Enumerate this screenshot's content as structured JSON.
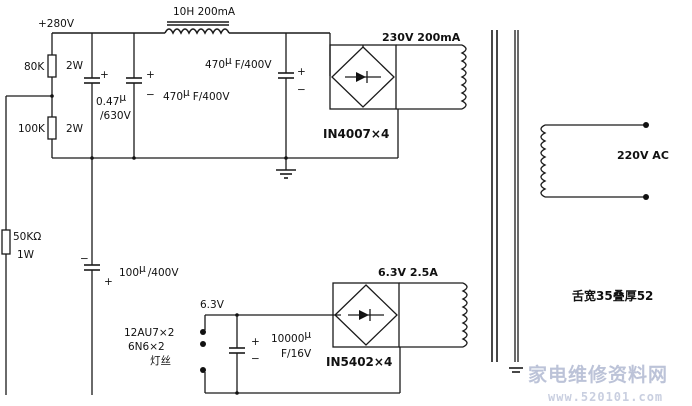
{
  "labels": {
    "b_plus": "+280V",
    "choke": "10H 200mA",
    "r80k": "80K",
    "r80k_w": "2W",
    "r100k": "100K",
    "r100k_w": "2W",
    "c047": "0.47",
    "c047_unit": "/630V",
    "c470a": "470",
    "c470a_unit": "F/400V",
    "c470b": "470",
    "c470b_unit": "F/400V",
    "hv_winding": "230V 200mA",
    "hv_diodes": "IN4007×4",
    "r50k": "50KΩ",
    "r50k_w": "1W",
    "c100": "100",
    "c100_unit": "/400V",
    "fil_winding": "6.3V 2.5A",
    "fil_v": "6.3V",
    "tubes_a": "12AU7×2",
    "tubes_b": "6N6×2",
    "tubes_c": "灯丝",
    "c10000": "10000",
    "c10000_unit": "F/16V",
    "fil_diodes": "IN5402×4",
    "mains": "220V AC",
    "core": "舌宽35叠厚52",
    "micro": "μ",
    "plus": "+",
    "minus": "−"
  },
  "watermark": {
    "title": "家电维修资料网",
    "url": "www.520101.com"
  }
}
